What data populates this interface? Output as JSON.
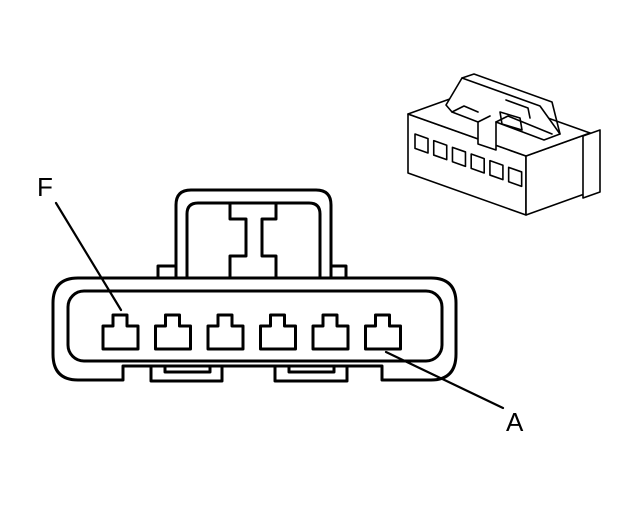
{
  "labels": {
    "pin_f": "F",
    "pin_a": "A"
  },
  "connector": {
    "cavity_count": 6
  }
}
